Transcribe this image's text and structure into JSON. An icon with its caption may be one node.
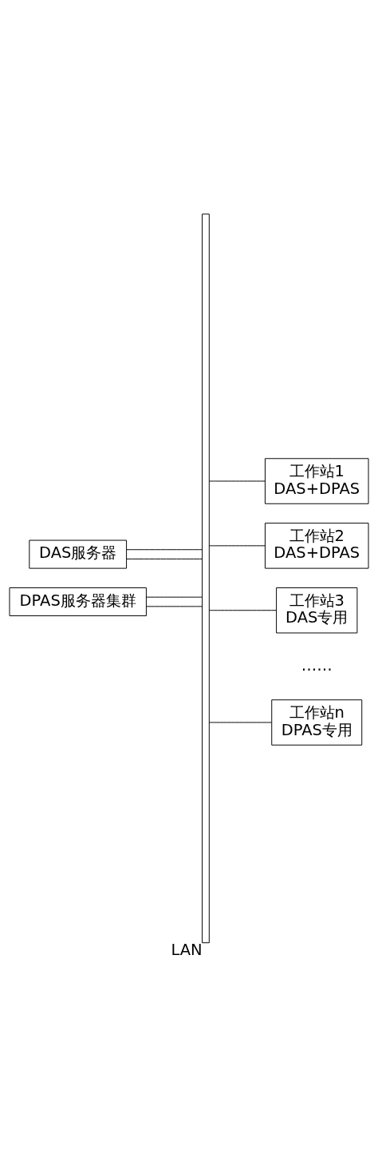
{
  "diagram": {
    "nodes": [
      {
        "text": [],
        "shape": "bar",
        "beside": [
          "LAN"
        ]
      },
      {
        "text": [
          "工作站1",
          "DAS+DPAS"
        ]
      },
      {
        "text": [
          "工作站2",
          "DAS+DPAS"
        ]
      },
      {
        "text": [
          "工作站3",
          "DAS专用"
        ]
      },
      {
        "text": [
          "工作站n",
          "DPAS专用"
        ]
      },
      {
        "text": [
          "DAS服务器"
        ]
      },
      {
        "text": [
          "DPAS服务器集群"
        ]
      }
    ],
    "edges": [
      {
        "from": 0,
        "to": 1,
        "arrow": "none"
      },
      {
        "from": 0,
        "to": 2,
        "arrow": "none"
      },
      {
        "from": 0,
        "to": 3,
        "arrow": "none"
      },
      {
        "from": 0,
        "to": 4,
        "arrow": "none"
      },
      {
        "from": 5,
        "to": 0,
        "arrow": "none"
      },
      {
        "from": 5,
        "to": 0,
        "arrow": "none"
      },
      {
        "from": 6,
        "to": 0,
        "arrow": "none"
      },
      {
        "from": 6,
        "to": 0,
        "arrow": "none"
      }
    ],
    "labels": [
      "……"
    ]
  }
}
